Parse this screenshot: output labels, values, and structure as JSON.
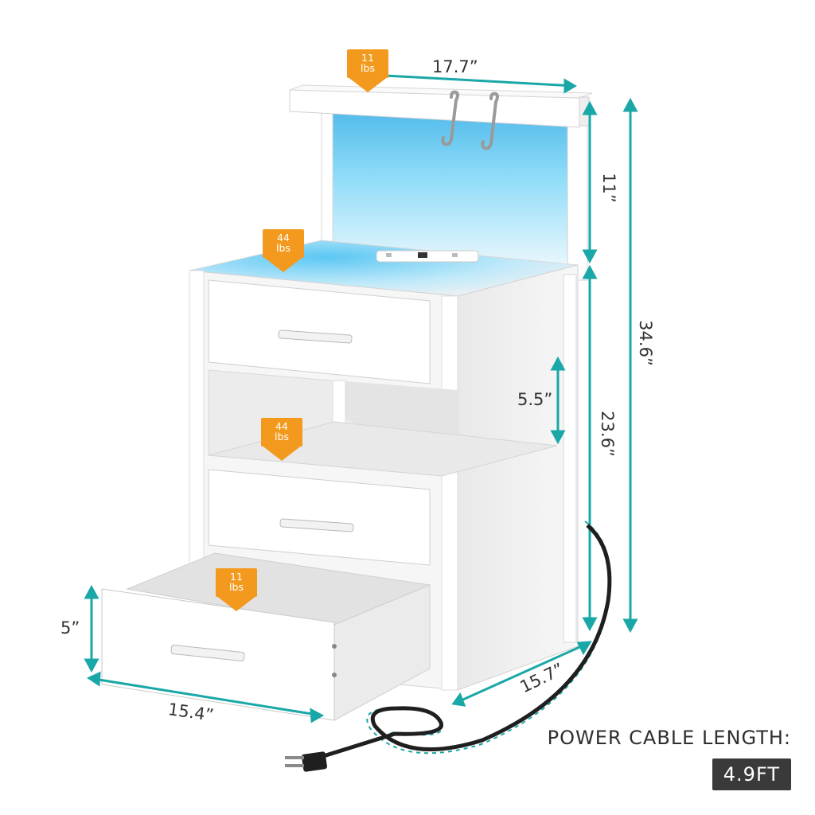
{
  "dimensions": {
    "width_top": "17.7”",
    "shelf_height": "11”",
    "total_height": "34.6”",
    "body_height": "23.6”",
    "open_gap": "5.5”",
    "drawer_height": "5”",
    "depth_side": "15.7”",
    "depth_front": "15.4”"
  },
  "load_badges": {
    "top_shelf": {
      "value": "11",
      "unit": "lbs"
    },
    "tabletop": {
      "value": "44",
      "unit": "lbs"
    },
    "middle_shelf": {
      "value": "44",
      "unit": "lbs"
    },
    "bottom_drawer": {
      "value": "11",
      "unit": "lbs"
    }
  },
  "power_cable": {
    "caption": "POWER CABLE LENGTH:",
    "length": "4.9FT"
  },
  "colors": {
    "dimension_line": "#1aa7a7",
    "badge": "#f39a1e",
    "led_glow": "#5fd0f5",
    "furniture": "#f4f4f4",
    "length_box": "#3a3a3a"
  }
}
